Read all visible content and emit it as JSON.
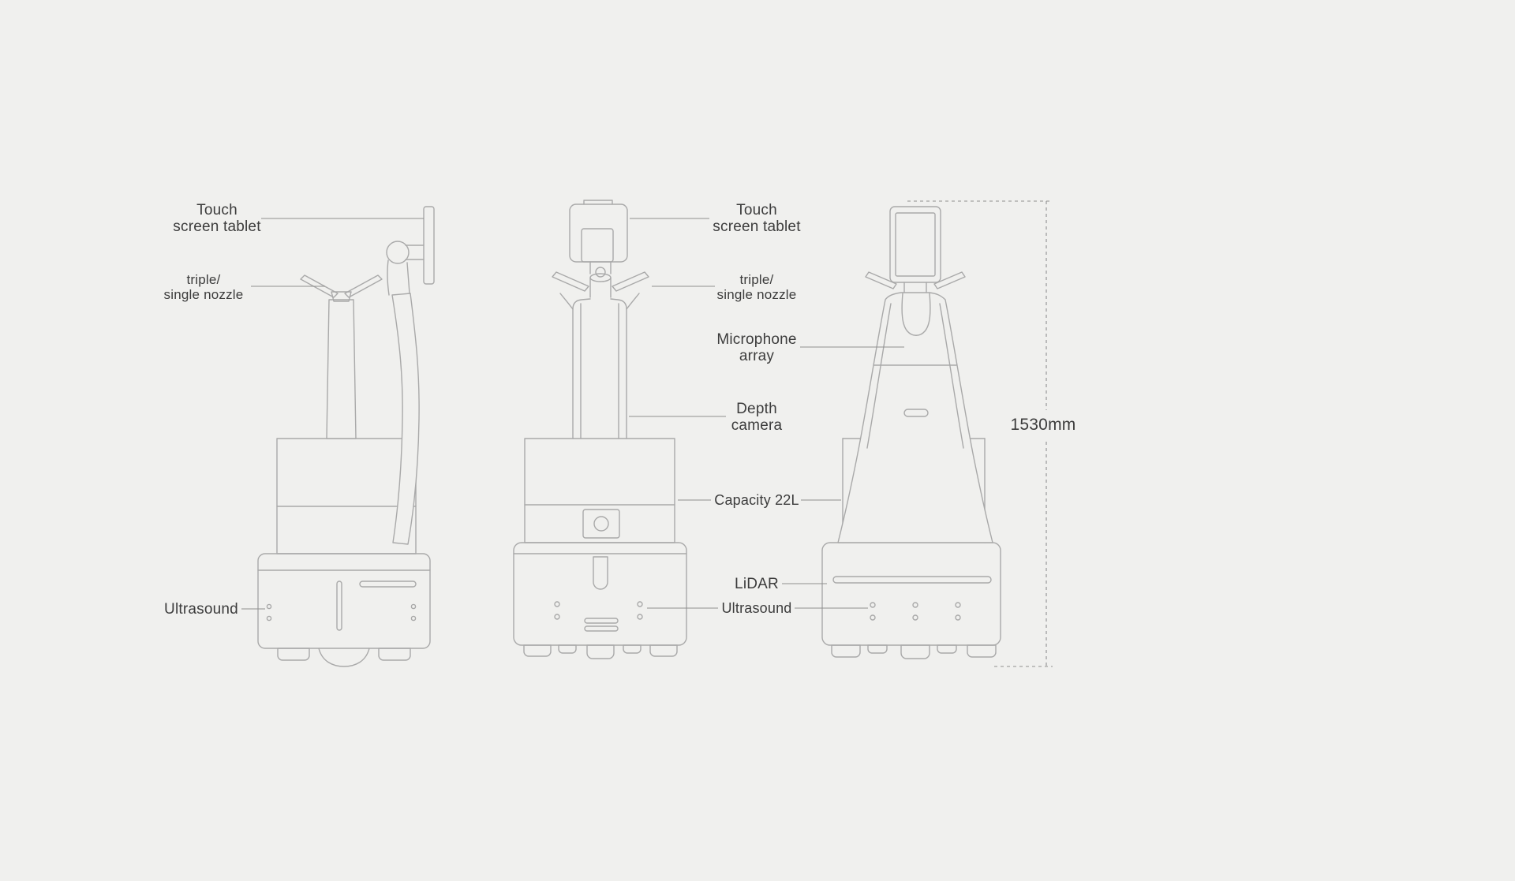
{
  "theme": {
    "bg": "#f0f0ee",
    "stroke": "#a9a9a9",
    "leader": "#8f8f8f",
    "label": "#3c3c3c"
  },
  "labels": {
    "tablet_side": "Touch\nscreen tablet",
    "nozzle_side": "triple/\nsingle nozzle",
    "ultrasound_side": "Ultrasound",
    "tablet_front": "Touch\nscreen tablet",
    "nozzle_front": "triple/\nsingle nozzle",
    "microphone": "Microphone\narray",
    "depth_camera": "Depth\ncamera",
    "capacity": "Capacity 22L",
    "lidar": "LiDAR",
    "ultrasound_front": "Ultrasound",
    "height_dimension": "1530mm"
  }
}
